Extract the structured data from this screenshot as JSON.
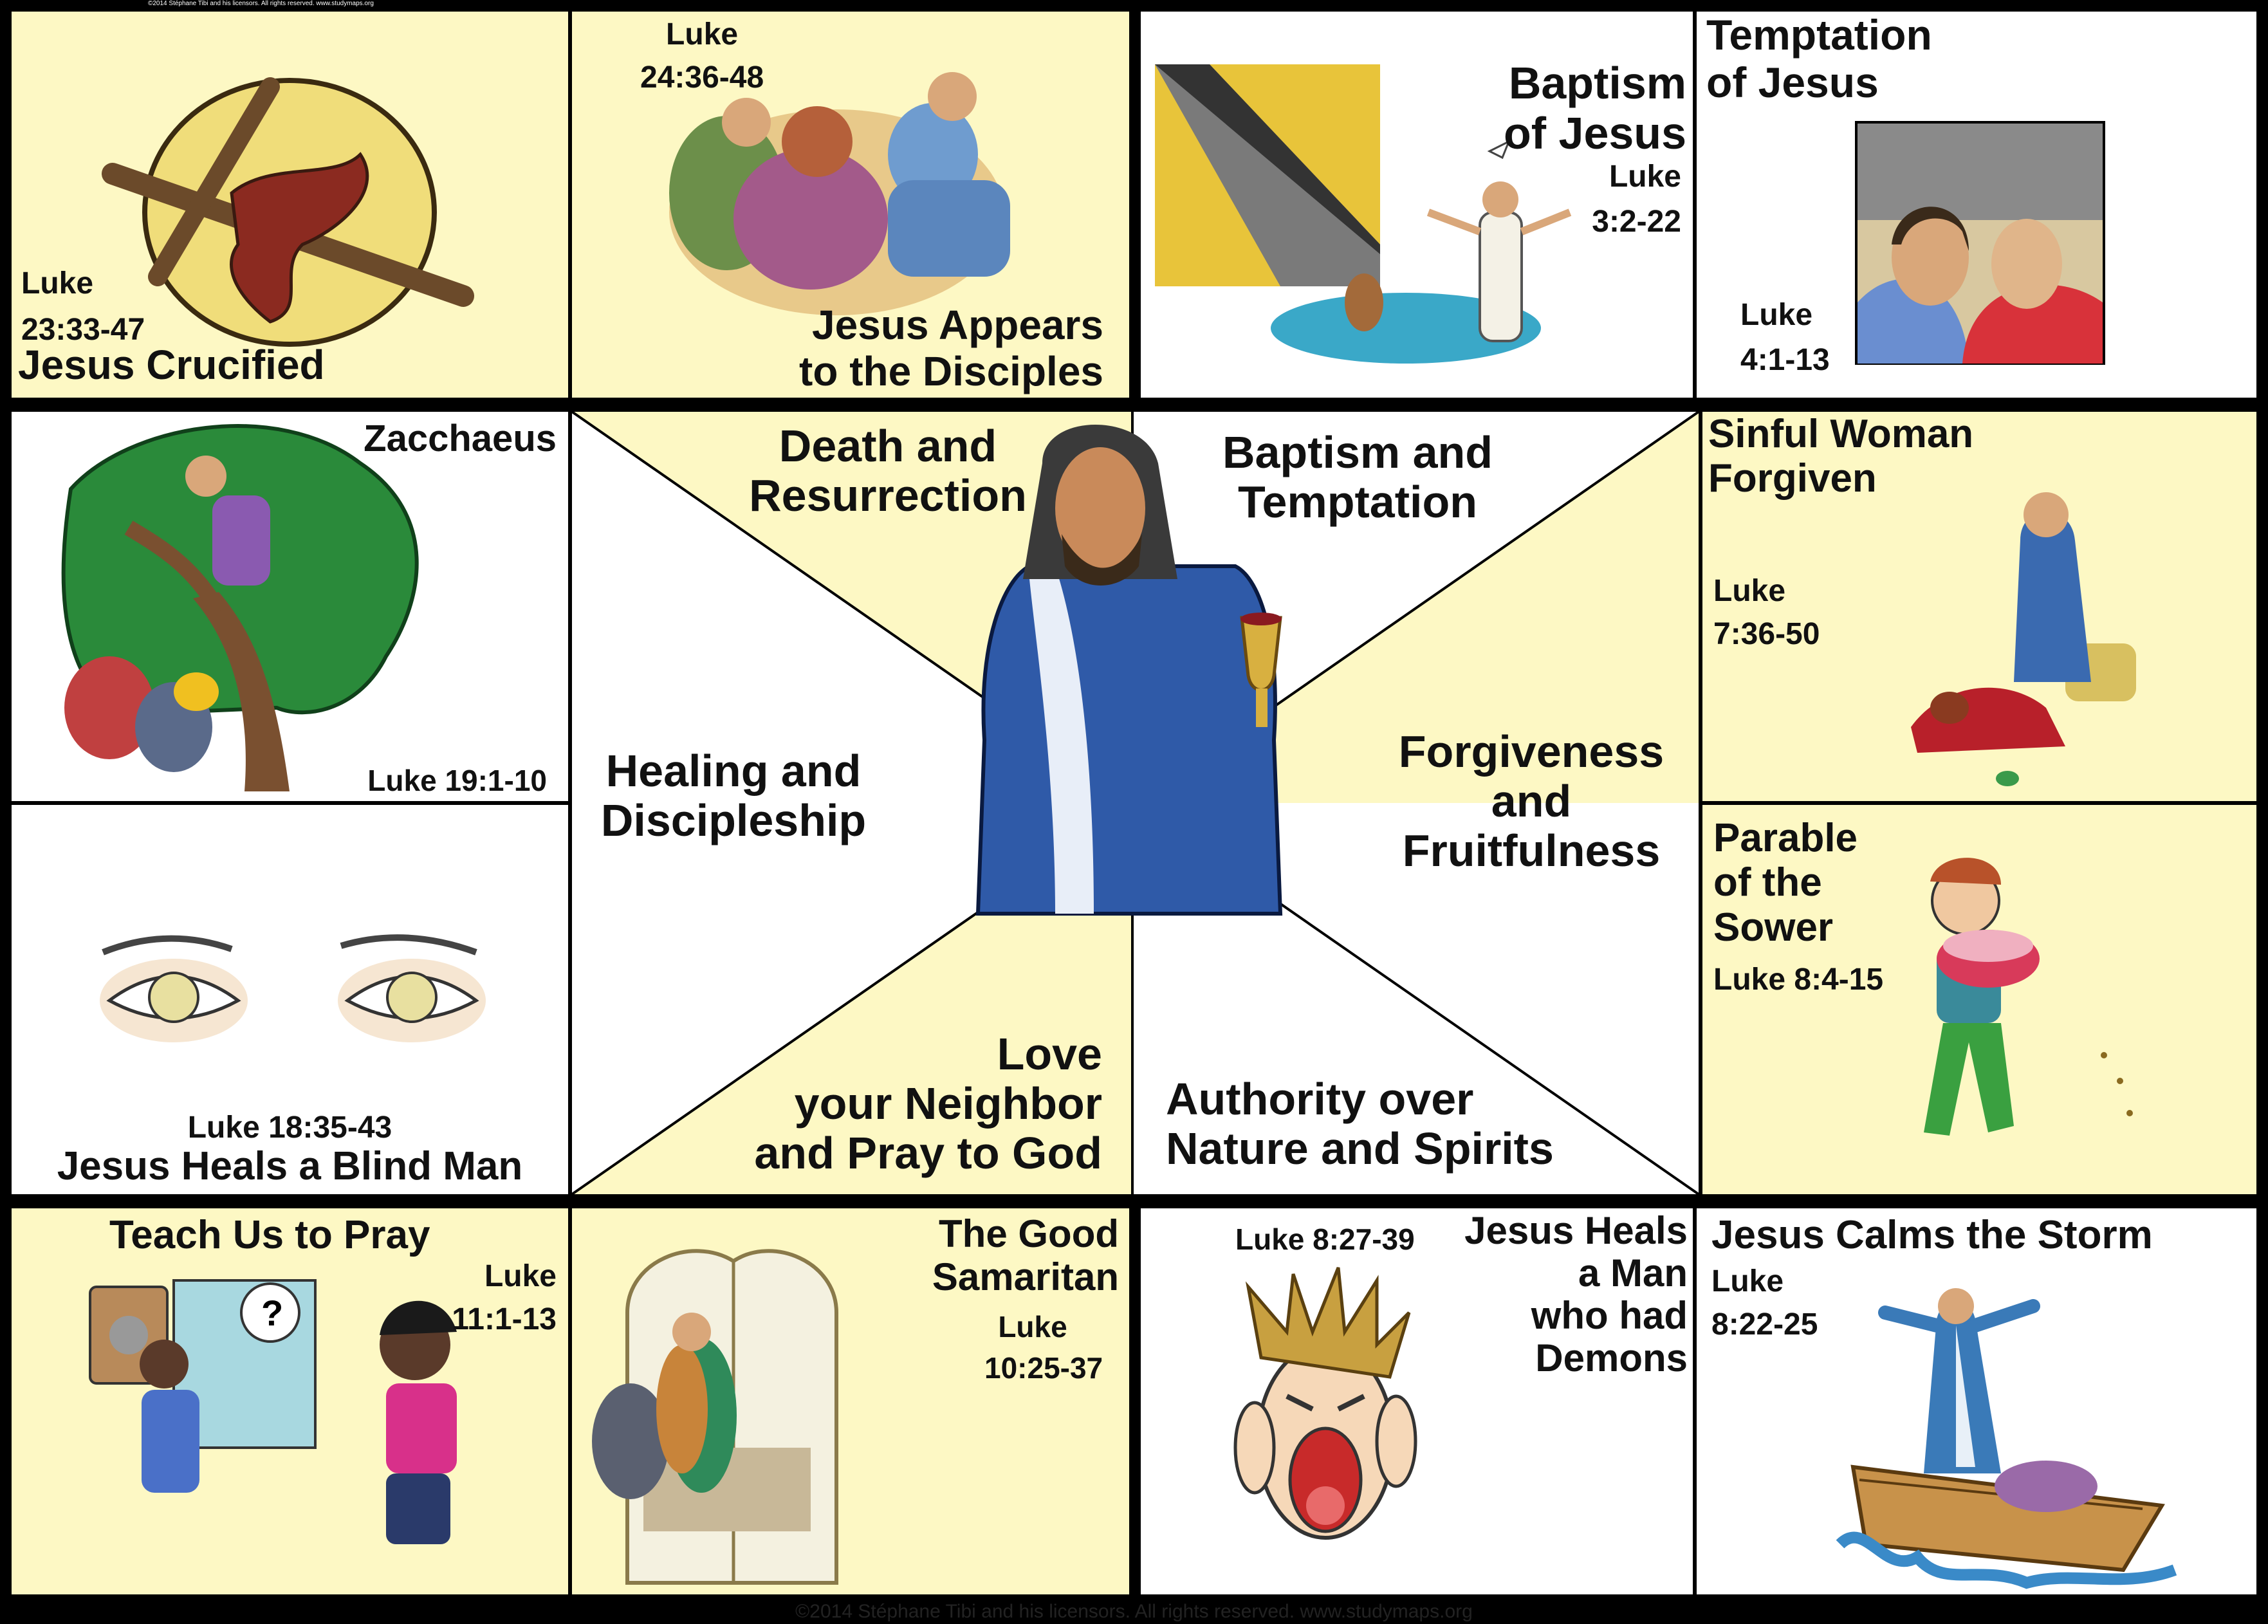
{
  "colors": {
    "panel_yellow": "#fdf8c4",
    "panel_white": "#ffffff",
    "border": "#000000"
  },
  "panels": {
    "crucified": {
      "ref1": "Luke",
      "ref2": "23:33-47",
      "title": "Jesus Crucified"
    },
    "appears": {
      "ref1": "Luke",
      "ref2": "24:36-48",
      "title1": "Jesus Appears",
      "title2": "to the Disciples"
    },
    "baptism": {
      "title1": "Baptism",
      "title2": "of Jesus",
      "ref1": "Luke",
      "ref2": "3:2-22"
    },
    "temptation": {
      "title1": "Temptation",
      "title2": "of Jesus",
      "ref1": "Luke",
      "ref2": "4:1-13"
    },
    "zacchaeus": {
      "title": "Zacchaeus",
      "ref": "Luke 19:1-10"
    },
    "sinful_woman": {
      "title1": "Sinful Woman",
      "title2": "Forgiven",
      "ref1": "Luke",
      "ref2": "7:36-50"
    },
    "blind_man": {
      "ref": "Luke 18:35-43",
      "title": "Jesus Heals a Blind Man"
    },
    "sower": {
      "title1": "Parable",
      "title2": "of the",
      "title3": "Sower",
      "ref": "Luke 8:4-15"
    },
    "pray": {
      "title": "Teach Us to Pray",
      "ref1": "Luke",
      "ref2": "11:1-13"
    },
    "samaritan": {
      "title1": "The Good",
      "title2": "Samaritan",
      "ref1": "Luke",
      "ref2": "10:25-37"
    },
    "demons": {
      "ref": "Luke 8:27-39",
      "title1": "Jesus Heals",
      "title2": "a Man",
      "title3": "who had",
      "title4": "Demons"
    },
    "storm": {
      "title": "Jesus Calms the Storm",
      "ref1": "Luke",
      "ref2": "8:22-25"
    }
  },
  "center": {
    "death1": "Death and",
    "death2": "Resurrection",
    "baptism1": "Baptism and",
    "baptism2": "Temptation",
    "healing1": "Healing and",
    "healing2": "Discipleship",
    "forgive1": "Forgiveness",
    "forgive2": "and",
    "forgive3": "Fruitfulness",
    "love1": "Love",
    "love2": "your Neighbor",
    "love3": "and Pray to God",
    "authority1": "Authority over",
    "authority2": "Nature and Spirits"
  },
  "panel_copyright": "©2014 Stéphane Tibi and his licensors.  All rights reserved. www.studymaps.org",
  "footer": "©2014 Stéphane Tibi and his licensors.  All rights reserved. www.studymaps.org"
}
